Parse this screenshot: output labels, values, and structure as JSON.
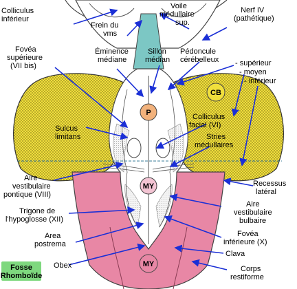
{
  "colors": {
    "cerebellum": "#f0df3c",
    "medulla": "#e887a5",
    "sylvius": "#7cc7c4",
    "fossa_bg": "#ffffff",
    "arrow": "#1a2fd6",
    "tag": "#7ed87e",
    "circle_p": "#f2b27c",
    "circle_my": "#f3c4d3",
    "circle_cb": "#f0df3c"
  },
  "labels": {
    "colliculus_inferieur": [
      "Colliculus",
      "inférieur"
    ],
    "frein_vms": [
      "Frein du",
      "vms"
    ],
    "voile_medullaire": [
      "Voile",
      "médullaire",
      "sup."
    ],
    "nerf_iv": [
      "Nerf IV",
      "(pathétique)"
    ],
    "fovea_superieure": [
      "Fovéa",
      "supérieure",
      "(VII bis)"
    ],
    "eminence_mediane": [
      "Éminence",
      "médiane"
    ],
    "sillon_median": [
      "Sillon",
      "médian"
    ],
    "pedoncule_cerebelleux": [
      "Pédoncule",
      "cérébelleux"
    ],
    "superieur": "- supérieur",
    "moyen": "- moyen",
    "inferieur": "- inférieur",
    "sulcus_limitans": [
      "Sulcus",
      "limitans"
    ],
    "colliculus_facial": [
      "Colliculus",
      "facial (VI)"
    ],
    "stries_medullaires": [
      "Stries",
      "médullaires"
    ],
    "aire_vestibulaire_pontique": [
      "Aire",
      "vestibulaire",
      "pontique (VIII)"
    ],
    "recessus_lateral": [
      "Recessus",
      "latéral"
    ],
    "trigone_hypoglosse": [
      "Trigone de",
      "l'hypoglosse (XII)"
    ],
    "aire_vestibulaire_bulbaire": [
      "Aire",
      "vestibulaire",
      "bulbaire"
    ],
    "area_postrema": [
      "Area",
      "postrema"
    ],
    "fovea_inferieure": [
      "Fovéa",
      "inférieure (X)"
    ],
    "obex": "Obex",
    "clava": "Clava",
    "corps_restiforme": [
      "Corps",
      "restiforme"
    ]
  },
  "circles": {
    "p": "P",
    "my_upper": "MY",
    "my_lower": "MY",
    "cb": "CB"
  },
  "tag": [
    "Fosse",
    "Rhomboïde"
  ]
}
